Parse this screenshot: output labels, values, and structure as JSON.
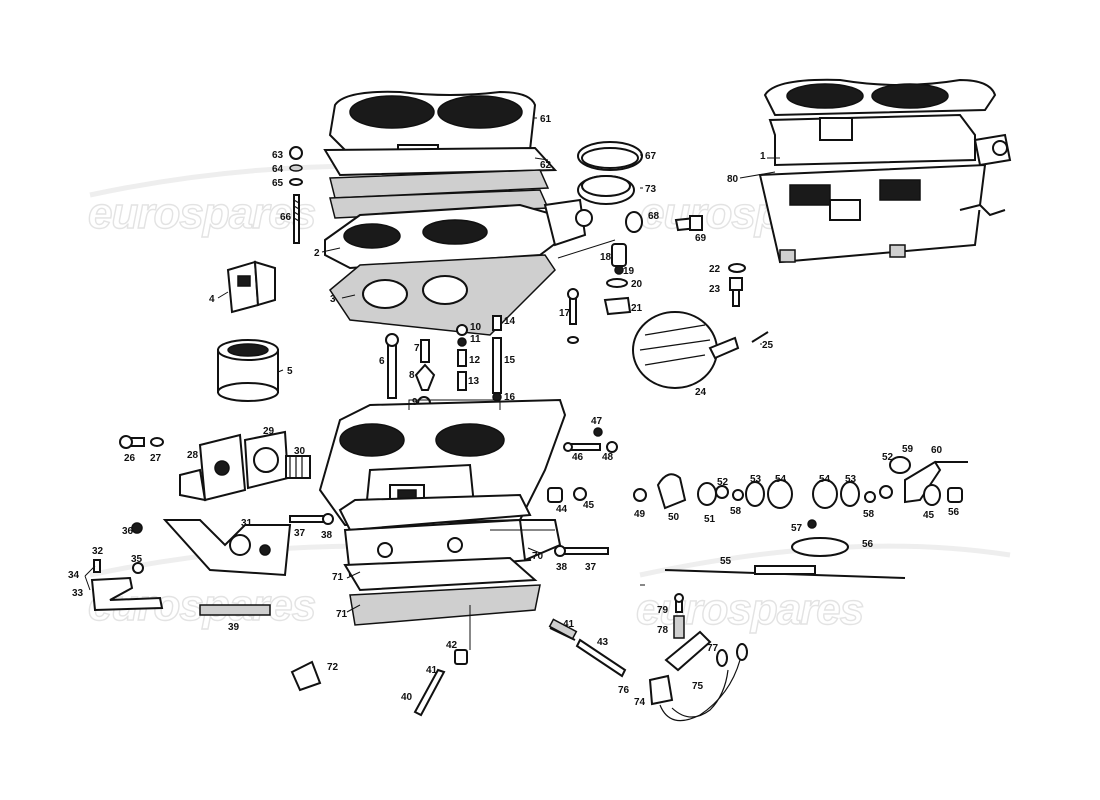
{
  "watermark": {
    "text": "eurospares"
  },
  "labels": {
    "l1": "1",
    "l2": "2",
    "l3": "3",
    "l4": "4",
    "l5": "5",
    "l6": "6",
    "l7": "7",
    "l8": "8",
    "l9": "9",
    "l10": "10",
    "l11": "11",
    "l12": "12",
    "l13": "13",
    "l14": "14",
    "l15": "15",
    "l16": "16",
    "l17": "17",
    "l18": "18",
    "l19": "19",
    "l20": "20",
    "l21": "21",
    "l22": "22",
    "l23": "23",
    "l24": "24",
    "l25": "25",
    "l26": "26",
    "l27": "27",
    "l28": "28",
    "l29": "29",
    "l30": "30",
    "l31": "31",
    "l32": "32",
    "l33": "33",
    "l34": "34",
    "l35": "35",
    "l36": "36",
    "l37a": "37",
    "l37b": "37",
    "l38a": "38",
    "l38b": "38",
    "l39": "39",
    "l40": "40",
    "l41a": "41",
    "l41b": "41",
    "l42": "42",
    "l43": "43",
    "l44": "44",
    "l45a": "45",
    "l45b": "45",
    "l46": "46",
    "l47": "47",
    "l48": "48",
    "l49": "49",
    "l50": "50",
    "l51": "51",
    "l52a": "52",
    "l52b": "52",
    "l53a": "53",
    "l53b": "53",
    "l54a": "54",
    "l54b": "54",
    "l55": "55",
    "l56a": "56",
    "l56b": "56",
    "l57": "57",
    "l58a": "58",
    "l58b": "58",
    "l59": "59",
    "l60": "60",
    "l61": "61",
    "l62": "62",
    "l63": "63",
    "l64": "64",
    "l65": "65",
    "l66": "66",
    "l67": "67",
    "l68": "68",
    "l69": "69",
    "l70": "70",
    "l71a": "71",
    "l71b": "71",
    "l72": "72",
    "l73": "73",
    "l74": "74",
    "l75": "75",
    "l76": "76",
    "l77": "77",
    "l78": "78",
    "l79": "79",
    "l80": "80"
  }
}
